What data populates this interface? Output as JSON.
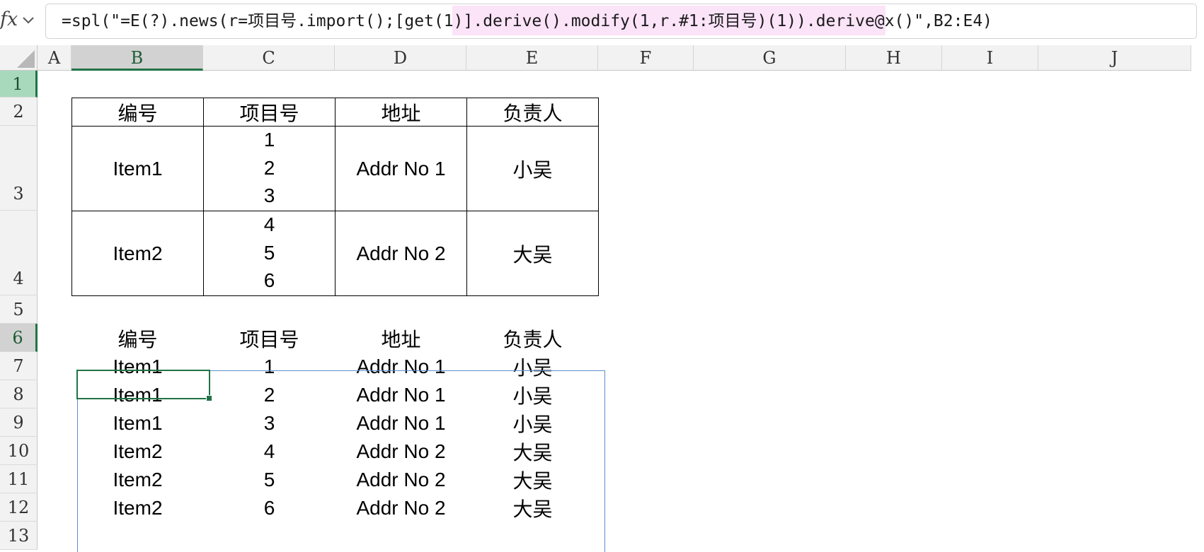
{
  "formula_bar": {
    "fx_icon": "fx",
    "dropdown_icon": "chevron-down-icon",
    "formula": "=spl(\"=E(?).news(r=项目号.import();[get(1)].derive().modify(1,r.#1:项目号)(1)).derive@x()\",B2:E4)"
  },
  "sheet": {
    "columns": [
      "A",
      "B",
      "C",
      "D",
      "E",
      "F",
      "G",
      "H",
      "I",
      "J"
    ],
    "rows": [
      "1",
      "2",
      "3",
      "4",
      "5",
      "6",
      "7",
      "8",
      "9",
      "10",
      "11",
      "12",
      "13"
    ],
    "source_table": {
      "headers": [
        "编号",
        "项目号",
        "地址",
        "负责人"
      ],
      "rows": [
        {
          "id": "Item1",
          "project_numbers": [
            "1",
            "2",
            "3"
          ],
          "address": "Addr No 1",
          "owner": "小吴"
        },
        {
          "id": "Item2",
          "project_numbers": [
            "4",
            "5",
            "6"
          ],
          "address": "Addr No 2",
          "owner": "大吴"
        }
      ]
    },
    "result_table": {
      "headers": [
        "编号",
        "项目号",
        "地址",
        "负责人"
      ],
      "rows": [
        [
          "Item1",
          "1",
          "Addr No 1",
          "小吴"
        ],
        [
          "Item1",
          "2",
          "Addr No 1",
          "小吴"
        ],
        [
          "Item1",
          "3",
          "Addr No 1",
          "小吴"
        ],
        [
          "Item2",
          "4",
          "Addr No 2",
          "大吴"
        ],
        [
          "Item2",
          "5",
          "Addr No 2",
          "大吴"
        ],
        [
          "Item2",
          "6",
          "Addr No 2",
          "大吴"
        ]
      ]
    }
  },
  "colors": {
    "selection_green": "#217346",
    "formula_highlight": "#fbe3f8",
    "result_border": "#5b8fd0"
  }
}
